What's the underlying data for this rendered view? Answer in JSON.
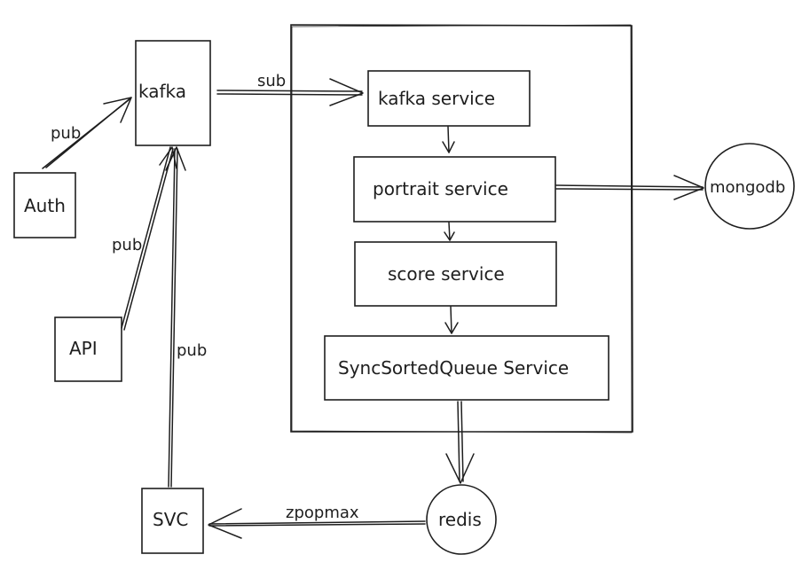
{
  "nodes": {
    "kafka": "kafka",
    "auth": "Auth",
    "api": "API",
    "svc": "SVC",
    "kafka_service": "kafka service",
    "portrait_service": "portrait service",
    "score_service": "score service",
    "sync_sorted_queue_service": "SyncSortedQueue Service",
    "mongodb": "mongodb",
    "redis": "redis"
  },
  "edges": {
    "auth_to_kafka": "pub",
    "api_to_kafka": "pub",
    "svc_to_kafka": "pub",
    "kafka_to_kafka_service": "sub",
    "redis_to_svc": "zpopmax"
  }
}
